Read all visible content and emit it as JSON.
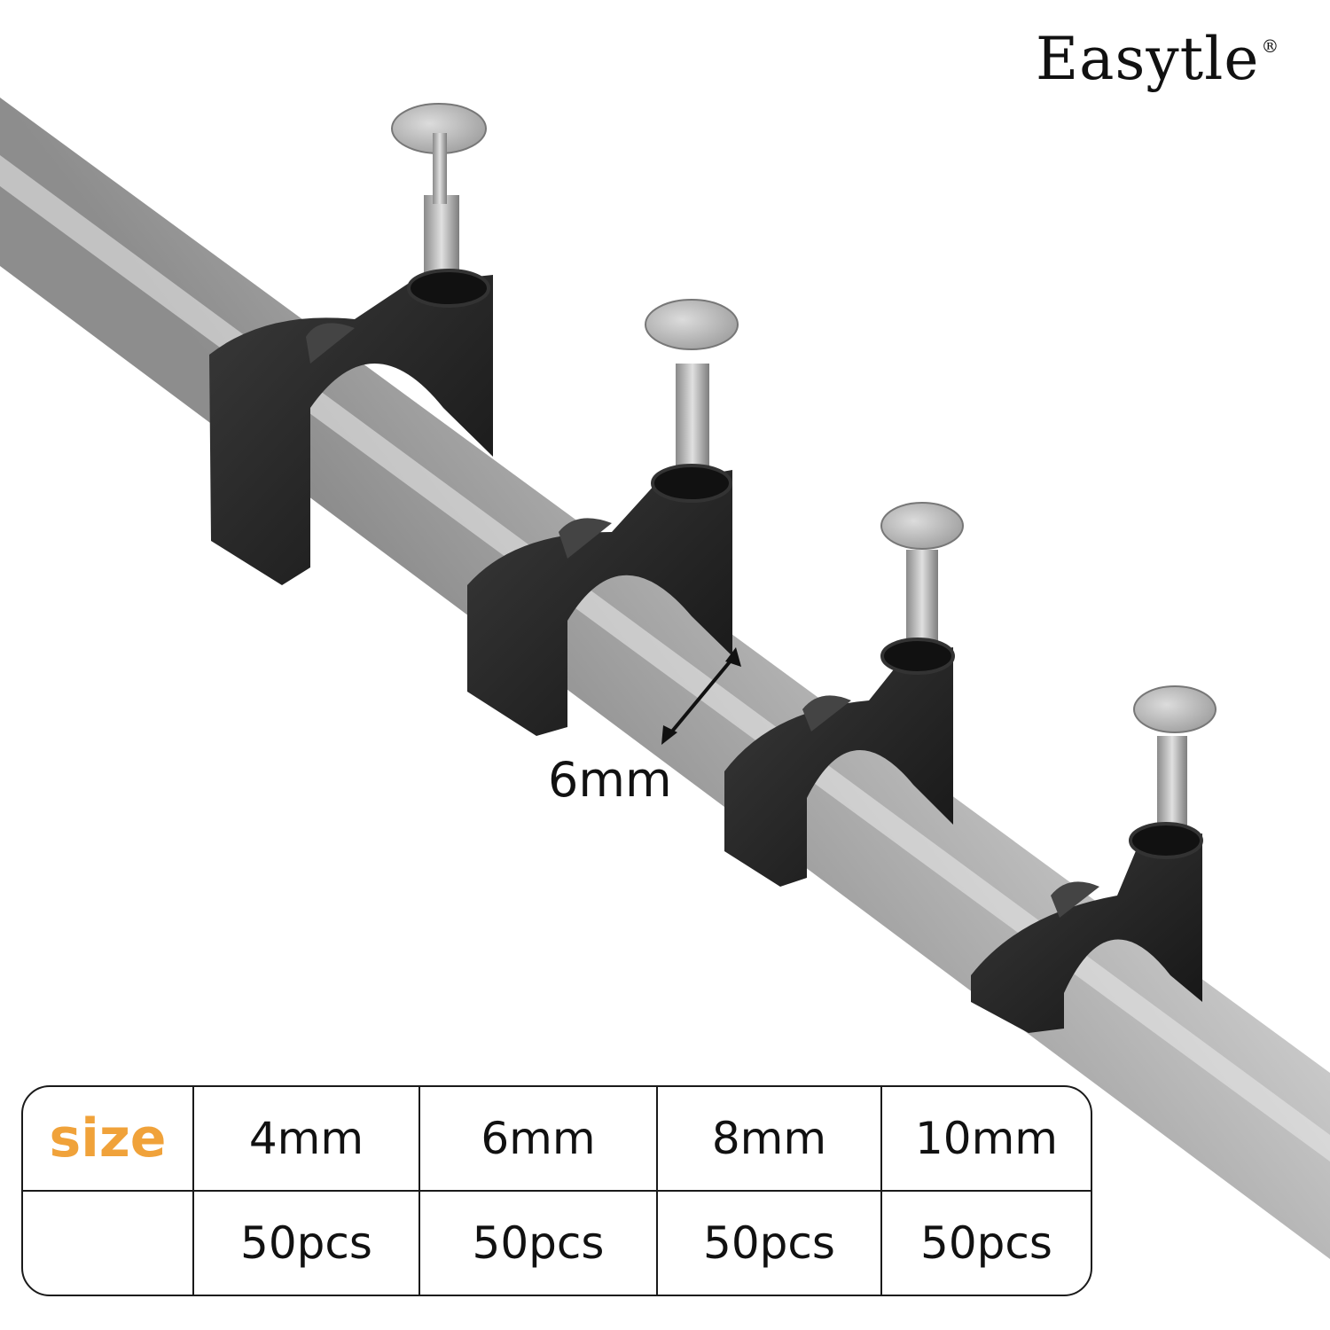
{
  "brand": {
    "name": "Easytle",
    "mark": "®"
  },
  "dimension_label": "6mm",
  "table": {
    "header": "size",
    "sizes": [
      "4mm",
      "6mm",
      "8mm",
      "10mm"
    ],
    "quantities": [
      "50pcs",
      "50pcs",
      "50pcs",
      "50pcs"
    ]
  },
  "colors": {
    "cable": "#b9b9b9",
    "clip": "#222222",
    "size_accent": "#f0a23a"
  }
}
